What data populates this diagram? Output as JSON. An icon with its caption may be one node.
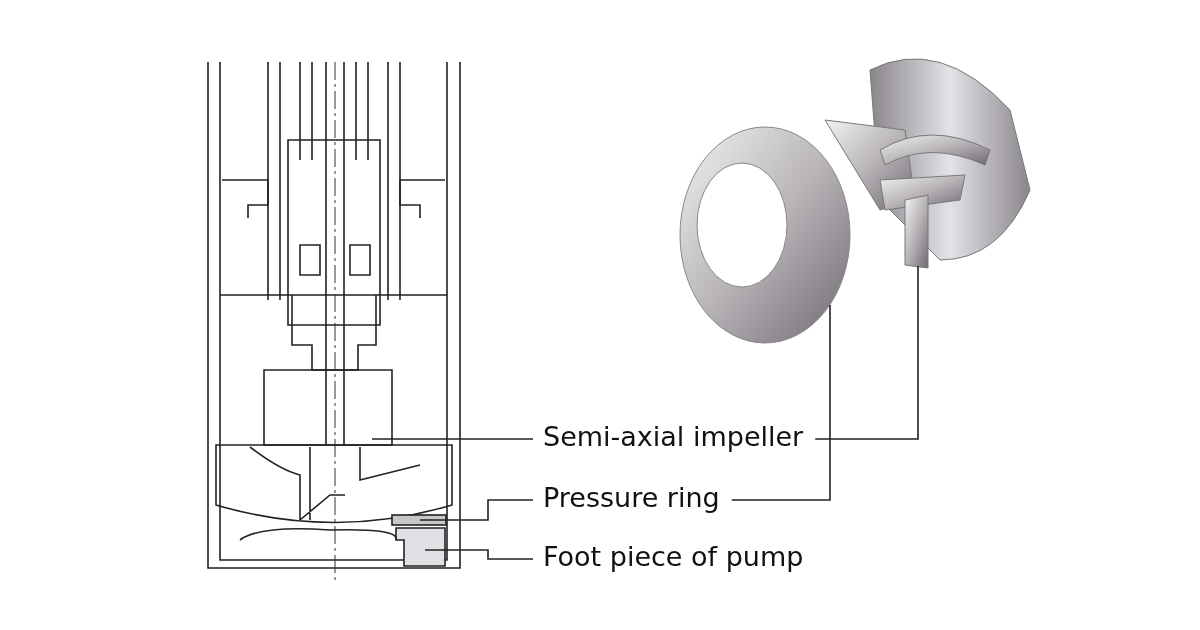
{
  "diagram": {
    "nodes": [
      {
        "text": [
          "Semi-axial impeller"
        ]
      },
      {
        "text": [
          "Pressure ring"
        ]
      },
      {
        "text": [
          "Foot piece of pump"
        ]
      },
      {
        "text": [],
        "shape": "picture"
      },
      {
        "text": [],
        "shape": "box"
      },
      {
        "text": [],
        "shape": "picture"
      },
      {
        "text": [],
        "shape": "picture"
      },
      {
        "text": [],
        "shape": "picture"
      }
    ],
    "edges": [
      {
        "from": 0,
        "to": 3,
        "arrow": "none"
      },
      {
        "from": 0,
        "to": 7,
        "arrow": "none"
      },
      {
        "from": 1,
        "to": 4,
        "arrow": "none"
      },
      {
        "from": 1,
        "to": 6,
        "arrow": "none"
      },
      {
        "from": 2,
        "to": 5,
        "arrow": "none"
      }
    ]
  }
}
